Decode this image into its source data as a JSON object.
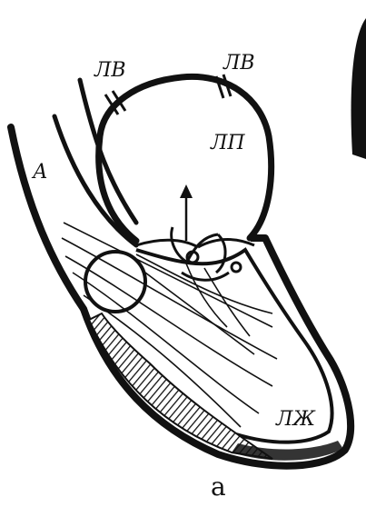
{
  "diagram": {
    "labels": {
      "lv_left": "ЛВ",
      "lv_right": "ЛВ",
      "lp": "ЛП",
      "a": "А",
      "lzh": "ЛЖ"
    },
    "caption": "а",
    "colors": {
      "ink": "#111111",
      "background": "#ffffff"
    }
  }
}
